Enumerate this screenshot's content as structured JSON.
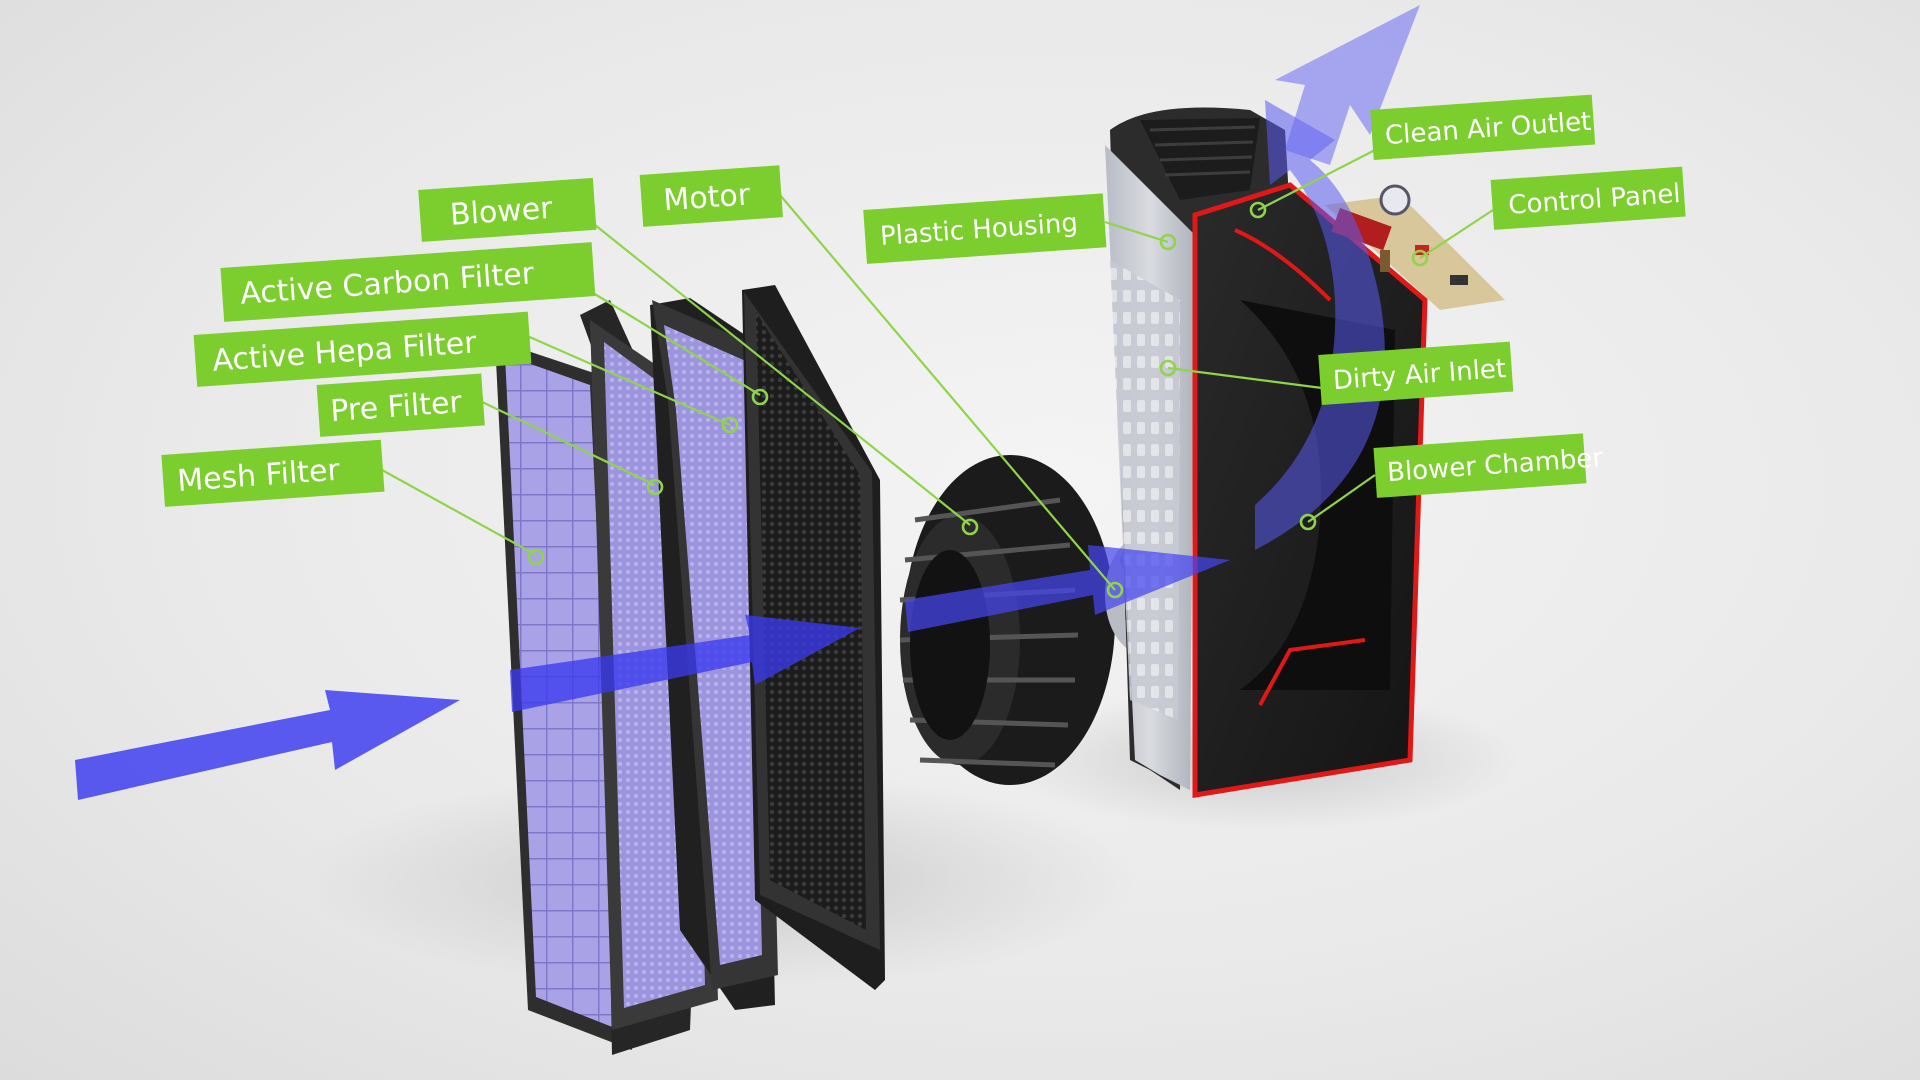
{
  "labels": {
    "blower": "Blower",
    "motor": "Motor",
    "active_carbon_filter": "Active Carbon Filter",
    "active_hepa_filter": "Active Hepa Filter",
    "pre_filter": "Pre Filter",
    "mesh_filter": "Mesh Filter",
    "plastic_housing": "Plastic Housing",
    "clean_air_outlet": "Clean Air Outlet",
    "control_panel": "Control Panel",
    "dirty_air_inlet": "Dirty Air Inlet",
    "blower_chamber": "Blower Chamber"
  },
  "colors": {
    "label_background": "#7ccd2e",
    "leader_line": "#8fd44a",
    "airflow_arrow": "#3f3ff0",
    "filter_frame": "#3a3a3a",
    "filter_media": "#9a93e0",
    "housing_cutaway_edge": "#e01818",
    "housing_shell": "#c9ccd3"
  },
  "components": [
    "mesh-filter",
    "pre-filter",
    "active-hepa-filter",
    "active-carbon-filter",
    "blower",
    "motor",
    "plastic-housing",
    "control-panel"
  ]
}
